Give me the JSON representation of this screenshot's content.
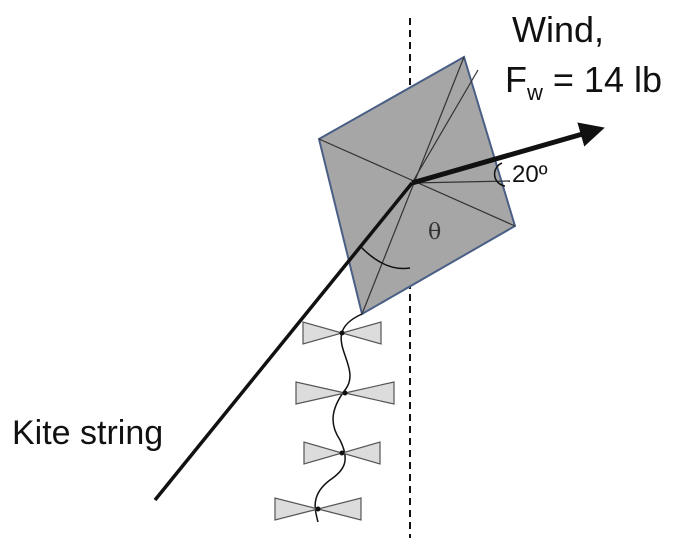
{
  "labels": {
    "wind_line1": "Wind,",
    "force_symbol": "F",
    "force_subscript": "w",
    "force_value": " = 14 lb",
    "angle_wind": "20º",
    "angle_theta": "θ",
    "kite_string": "Kite string"
  },
  "colors": {
    "kite_fill": "#a6a6a6",
    "kite_edge": "#4a5f86",
    "bow_fill": "#dcdcdc",
    "ink": "#111111"
  }
}
